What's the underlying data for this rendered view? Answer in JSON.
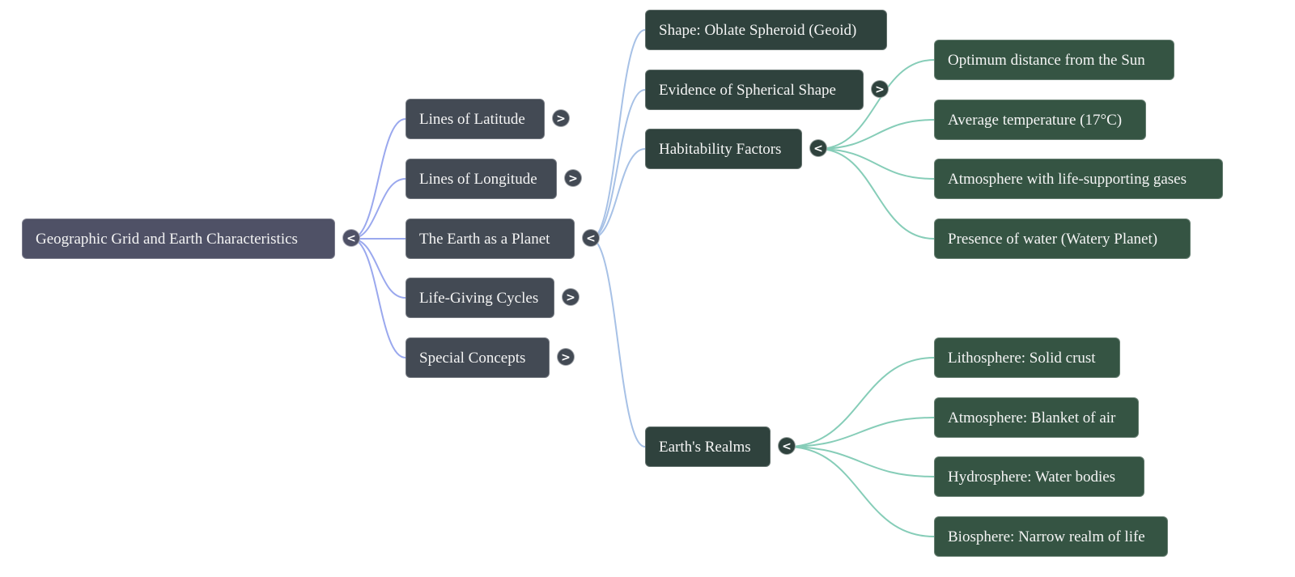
{
  "mindmap": {
    "title": "Geographic Grid and Earth Characteristics",
    "colors": {
      "root_node": "#4f5166",
      "level1_node": "#434a54",
      "level2_node": "#2f423d",
      "level3_node": "#355443",
      "link_root": "#9aa8ee",
      "link_level1": "#a7c1e6",
      "link_level2": "#86cdb8"
    },
    "toggle_icons": {
      "expanded": "<",
      "collapsed": ">"
    },
    "root": {
      "label": "Geographic Grid and Earth Characteristics",
      "state": "expanded",
      "children": [
        {
          "label": "Lines of Latitude",
          "state": "collapsed"
        },
        {
          "label": "Lines of Longitude",
          "state": "collapsed"
        },
        {
          "label": "The Earth as a Planet",
          "state": "expanded",
          "children": [
            {
              "label": "Shape: Oblate Spheroid (Geoid)",
              "state": "leaf"
            },
            {
              "label": "Evidence of Spherical Shape",
              "state": "collapsed"
            },
            {
              "label": "Habitability Factors",
              "state": "expanded",
              "children": [
                {
                  "label": "Optimum distance from the Sun"
                },
                {
                  "label": "Average temperature (17°C)"
                },
                {
                  "label": "Atmosphere with life-supporting gases"
                },
                {
                  "label": "Presence of water (Watery Planet)"
                }
              ]
            },
            {
              "label": "Earth's Realms",
              "state": "expanded",
              "children": [
                {
                  "label": "Lithosphere: Solid crust"
                },
                {
                  "label": "Atmosphere: Blanket of air"
                },
                {
                  "label": "Hydrosphere: Water bodies"
                },
                {
                  "label": "Biosphere: Narrow realm of life"
                }
              ]
            }
          ]
        },
        {
          "label": "Life-Giving Cycles",
          "state": "collapsed"
        },
        {
          "label": "Special Concepts",
          "state": "collapsed"
        }
      ]
    }
  }
}
